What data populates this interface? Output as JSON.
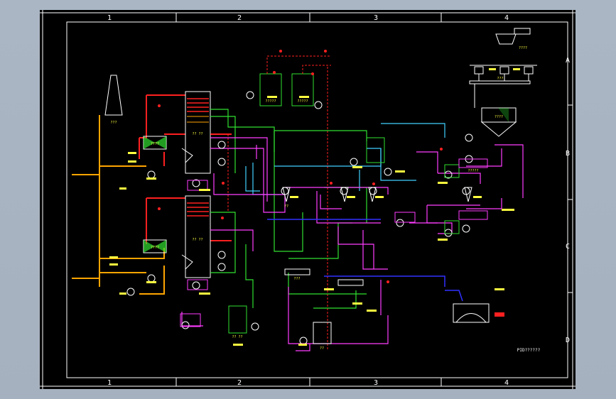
{
  "drawing": {
    "title_block": "PID??????",
    "columns": [
      "1",
      "2",
      "3",
      "4"
    ],
    "rows": [
      "A",
      "B",
      "C",
      "D"
    ]
  },
  "equipment_labels": {
    "stack": "???",
    "ggh_1": "????",
    "ggh_2": "????",
    "absorber_1": "??\n??",
    "absorber_2": "??\n??",
    "tank_top_1": "?????",
    "tank_top_2": "?????",
    "silo": "????",
    "mill": "????",
    "hydrocyclone": "??",
    "filter": "?????",
    "lime_tank": "??\n??",
    "vacuum": "???",
    "pit": "??",
    "belt": "???"
  },
  "colors": {
    "background": "#000000",
    "frame": "#ffffff",
    "flue_gas": "#ff2020",
    "flue_gas_alt": "#ffa500",
    "slurry": "#ff3cff",
    "water": "#30e030",
    "process_water": "#40d0ff",
    "reagent": "#ffff40",
    "drain": "#3030ff"
  }
}
